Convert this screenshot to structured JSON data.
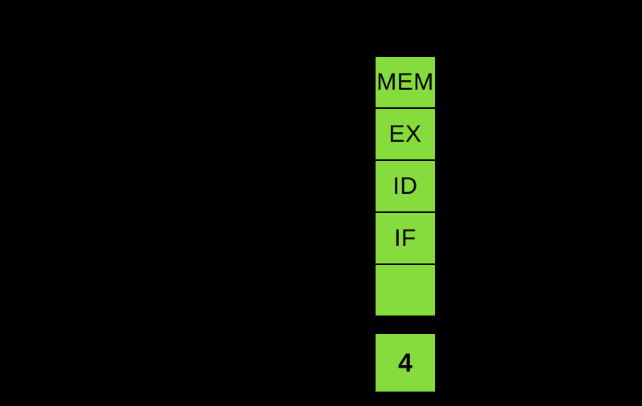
{
  "theme": {
    "canvas-bg": "#000000",
    "box-fill": "#86DC3C",
    "box-border": "#000000",
    "label-color": "#000000"
  },
  "pipeline": {
    "stages": [
      {
        "label": "MEM"
      },
      {
        "label": "EX"
      },
      {
        "label": "ID"
      },
      {
        "label": "IF"
      },
      {
        "label": ""
      }
    ],
    "constant": {
      "label": "4"
    }
  }
}
